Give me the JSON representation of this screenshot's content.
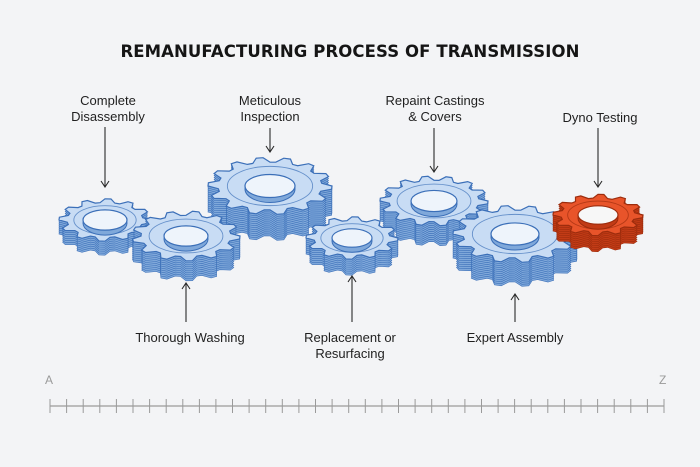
{
  "title": "REMANUFACTURING PROCESS OF TRANSMISSION",
  "steps": [
    {
      "label": "Complete\nDisassembly"
    },
    {
      "label": "Thorough Washing"
    },
    {
      "label": "Meticulous\nInspection"
    },
    {
      "label": "Replacement or\nResurfacing"
    },
    {
      "label": "Repaint Castings\n& Covers"
    },
    {
      "label": "Expert Assembly"
    },
    {
      "label": "Dyno Testing",
      "highlight": true
    }
  ],
  "scale": {
    "start": "A",
    "end": "Z"
  },
  "colors": {
    "gear_face": "#c8dcf4",
    "gear_side": "#7fa8da",
    "gear_stroke": "#3b6fb8",
    "highlight_face": "#e8542a",
    "highlight_side": "#c23b16",
    "highlight_stroke": "#9c2c0d",
    "arrow": "#2a2a2a",
    "scale_line": "#9a9a9a"
  }
}
